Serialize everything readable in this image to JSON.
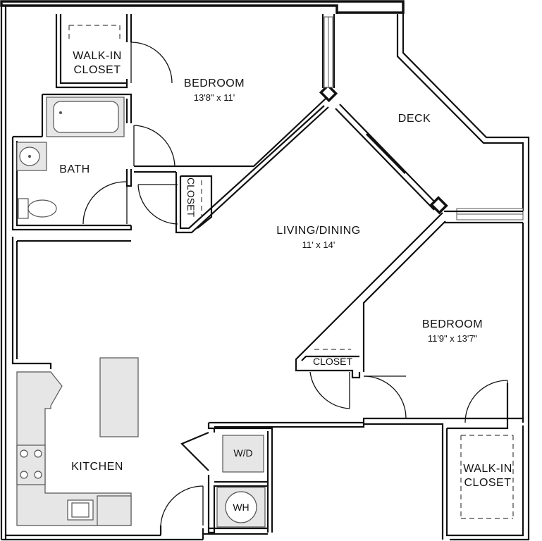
{
  "rooms": {
    "bedroom_1": {
      "label": "BEDROOM",
      "dims": "13'8\" x 11'"
    },
    "bedroom_2": {
      "label": "BEDROOM",
      "dims": "11'9\" x 13'7\""
    },
    "living": {
      "label": "LIVING/DINING",
      "dims": "11' x 14'"
    },
    "deck": {
      "label": "DECK"
    },
    "bath": {
      "label": "BATH"
    },
    "kitchen": {
      "label": "KITCHEN"
    },
    "walkin_1": {
      "line1": "WALK-IN",
      "line2": "CLOSET"
    },
    "walkin_2": {
      "line1": "WALK-IN",
      "line2": "CLOSET"
    },
    "closet_1": {
      "label": "CLOSET"
    },
    "closet_2": {
      "label": "CLOSET"
    }
  },
  "appliances": {
    "washer_dryer": "W/D",
    "water_heater": "WH"
  },
  "colors": {
    "wall": "#111111",
    "fixture": "#e6e6e6",
    "background": "#ffffff"
  }
}
